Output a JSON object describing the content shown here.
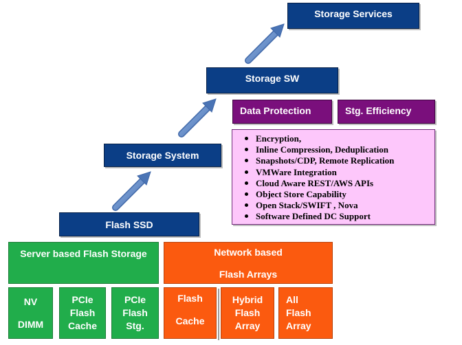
{
  "tiers": {
    "storage_services": "Storage Services",
    "storage_sw": "Storage SW",
    "storage_system": "Storage System",
    "flash_ssd": "Flash SSD"
  },
  "software": {
    "data_protection": "Data Protection",
    "stg_efficiency": "Stg. Efficiency",
    "features": [
      "Encryption,",
      "Inline Compression, Deduplication",
      "Snapshots/CDP, Remote Replication",
      "VMWare Integration",
      "Cloud Aware REST/AWS APIs",
      "Object Store Capability",
      "Open Stack/SWIFT , Nova",
      "Software Defined DC Support"
    ]
  },
  "server_based": {
    "title": "Server based Flash Storage",
    "items": [
      {
        "line1": "NV",
        "line2": "DIMM"
      },
      {
        "line1": "PCIe",
        "line2": "Flash",
        "line3": "Cache"
      },
      {
        "line1": "PCIe",
        "line2": "Flash",
        "line3": "Stg."
      }
    ]
  },
  "network_based": {
    "title_line1": "Network based",
    "title_line2": "Flash Arrays",
    "items": [
      {
        "line1": "Flash",
        "line2": "Cache"
      },
      {
        "line1": "Hybrid",
        "line2": "Flash",
        "line3": "Array"
      },
      {
        "line1": "All",
        "line2": "Flash",
        "line3": "Array"
      }
    ]
  },
  "colors": {
    "navy": "#0b3e86",
    "purple": "#7a0f7c",
    "pink": "#fdc7fb",
    "green": "#21ad4b",
    "orange": "#fb5a0f",
    "arrow": "#5b86c6"
  }
}
